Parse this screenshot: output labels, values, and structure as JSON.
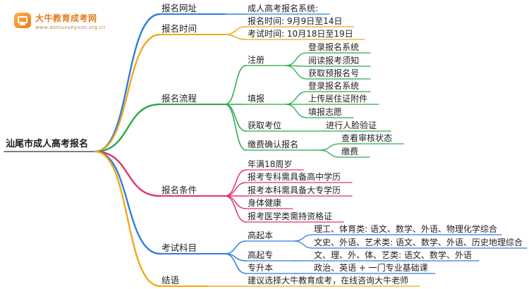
{
  "logo": {
    "name": "大牛教育成考网",
    "url": "www.daniuxueyuan.org.cn",
    "icon": "graduation-book-icon",
    "color": "#e07b1a"
  },
  "root": "汕尾市成人高考报名",
  "branches": [
    {
      "label": "报名网址",
      "color": "#2f7de1",
      "children": [
        {
          "label": "成人高考报名系统:"
        }
      ]
    },
    {
      "label": "报名时间",
      "color": "#f2a818",
      "children": [
        {
          "label": "报名时间: 9月9日至14日"
        },
        {
          "label": "考试时间: 10月18日至19日"
        }
      ]
    },
    {
      "label": "报名流程",
      "color": "#2aa64a",
      "children": [
        {
          "label": "注册",
          "children": [
            {
              "label": "登录报名系统"
            },
            {
              "label": "阅读报考须知"
            },
            {
              "label": "获取预报名号"
            }
          ]
        },
        {
          "label": "填报",
          "children": [
            {
              "label": "登录报名系统"
            },
            {
              "label": "上传居住证附件"
            },
            {
              "label": "填报志愿"
            }
          ]
        },
        {
          "label": "获取考位",
          "children": [
            {
              "label": "进行人脸验证"
            }
          ]
        },
        {
          "label": "缴费确认报名",
          "children": [
            {
              "label": "查看审核状态"
            },
            {
              "label": "缴费"
            }
          ]
        }
      ]
    },
    {
      "label": "报名条件",
      "color": "#e2336b",
      "children": [
        {
          "label": "年满18周岁"
        },
        {
          "label": "报考专科需具备高中学历"
        },
        {
          "label": "报考本科需具备大专学历"
        },
        {
          "label": "身体健康"
        },
        {
          "label": "报考医学类需持资格证"
        }
      ]
    },
    {
      "label": "考试科目",
      "color": "#2f7de1",
      "children": [
        {
          "label": "高起本",
          "children": [
            {
              "label": "理工、体育类: 语文、数学、外语、物理化学综合"
            },
            {
              "label": "文史、外语、艺术类: 语文、数学、外语、历史地理综合"
            }
          ]
        },
        {
          "label": "高起专",
          "children": [
            {
              "label": "文、理、外、体、艺类: 语文、数学、外语"
            }
          ]
        },
        {
          "label": "专升本",
          "children": [
            {
              "label": "政治、英语 + 一门专业基础课"
            }
          ]
        }
      ]
    },
    {
      "label": "结语",
      "color": "#f2a818",
      "children": [
        {
          "label": "建议选择大牛教育成考，在线咨询大牛老师"
        }
      ]
    }
  ]
}
